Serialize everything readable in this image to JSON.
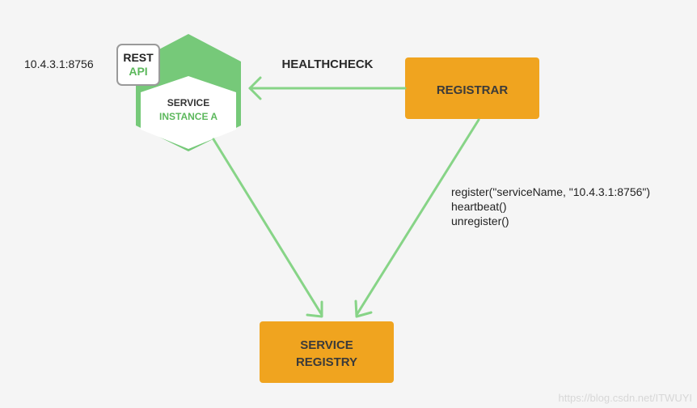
{
  "address": "10.4.3.1:8756",
  "rest_badge": {
    "line1": "REST",
    "line2": "API"
  },
  "service_instance": {
    "line1": "SERVICE",
    "line2": "INSTANCE A"
  },
  "healthcheck_label": "HEALTHCHECK",
  "registrar_label": "REGISTRAR",
  "registry": {
    "line1": "SERVICE",
    "line2": "REGISTRY"
  },
  "api_calls": [
    "register(\"serviceName, \"10.4.3.1:8756\")",
    "heartbeat()",
    "unregister()"
  ],
  "watermark": "https://blog.csdn.net/ITWUYI",
  "colors": {
    "background": "#f5f5f5",
    "hexagon": "#76c979",
    "arrow": "#87d487",
    "box": "#f0a41f",
    "service_text": "#333333",
    "instance_text": "#5cb85c"
  }
}
